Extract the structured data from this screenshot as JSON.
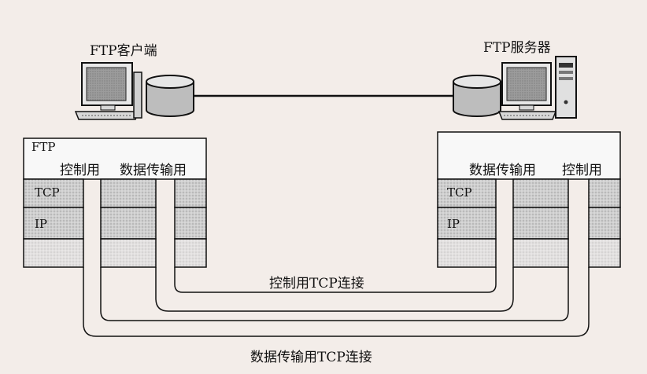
{
  "client": {
    "title": "FTP客户端",
    "app_label": "FTP",
    "control_label": "控制用",
    "data_label": "数据传输用",
    "tcp": "TCP",
    "ip": "IP"
  },
  "server": {
    "title": "FTP服务器",
    "control_label": "控制用",
    "data_label": "数据传输用",
    "tcp": "TCP",
    "ip": "IP"
  },
  "connections": {
    "control": "控制用TCP连接",
    "data": "数据传输用TCP连接"
  },
  "icons": [
    "computer-icon",
    "database-icon",
    "server-tower-icon"
  ]
}
